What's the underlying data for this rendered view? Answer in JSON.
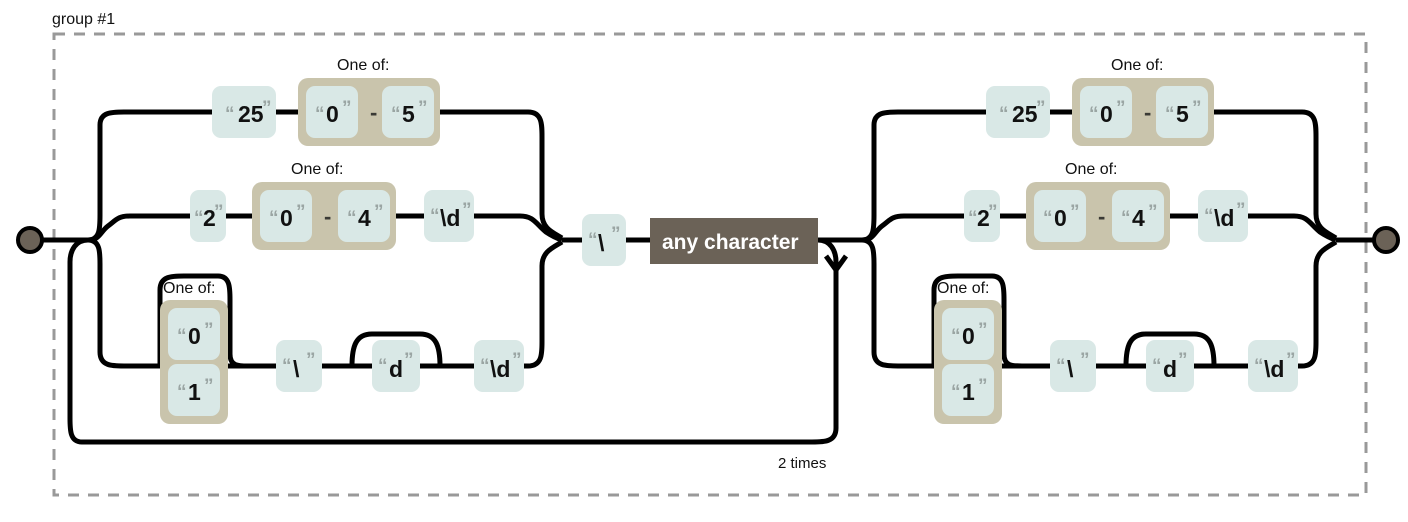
{
  "diagram": {
    "type": "regex-railroad",
    "group_label": "group #1",
    "repeat_label": "2 times",
    "one_of_caption": "One of:",
    "range_separator": "-",
    "any_character_label": "any character",
    "colors": {
      "terminal_box": "#d9e8e6",
      "one_of_container": "#c9c4ac",
      "any_character_box": "#6b6257",
      "rail": "#000000",
      "group_border": "#999999",
      "node": "#6b6257"
    },
    "left_half": {
      "branch_top": {
        "items": [
          {
            "kind": "terminal",
            "label": "25"
          },
          {
            "kind": "one-of-range",
            "from": "0",
            "to": "5"
          }
        ]
      },
      "branch_middle": {
        "items": [
          {
            "kind": "terminal",
            "label": "2"
          },
          {
            "kind": "one-of-range",
            "from": "0",
            "to": "4"
          },
          {
            "kind": "terminal",
            "label": "\\d"
          }
        ]
      },
      "branch_bottom": {
        "items": [
          {
            "kind": "one-of-stack",
            "options": [
              "0",
              "1"
            ],
            "optional": true
          },
          {
            "kind": "terminal",
            "label": "\\"
          },
          {
            "kind": "terminal",
            "label": "d",
            "optional": true
          },
          {
            "kind": "terminal",
            "label": "\\d"
          }
        ]
      },
      "after_merge": [
        {
          "kind": "terminal",
          "label": "\\"
        },
        {
          "kind": "any-character",
          "label": "any character"
        }
      ]
    },
    "right_half": {
      "branch_top": {
        "items": [
          {
            "kind": "terminal",
            "label": "25"
          },
          {
            "kind": "one-of-range",
            "from": "0",
            "to": "5"
          }
        ]
      },
      "branch_middle": {
        "items": [
          {
            "kind": "terminal",
            "label": "2"
          },
          {
            "kind": "one-of-range",
            "from": "0",
            "to": "4"
          },
          {
            "kind": "terminal",
            "label": "\\d"
          }
        ]
      },
      "branch_bottom": {
        "items": [
          {
            "kind": "one-of-stack",
            "options": [
              "0",
              "1"
            ],
            "optional": true
          },
          {
            "kind": "terminal",
            "label": "\\"
          },
          {
            "kind": "terminal",
            "label": "d",
            "optional": true
          },
          {
            "kind": "terminal",
            "label": "\\d"
          }
        ]
      }
    },
    "captions": {
      "c1": "One of:",
      "c2": "One of:",
      "c3": "One of:",
      "c4": "One of:",
      "c5": "One of:",
      "c6": "One of:"
    },
    "quotes": {
      "open": "“",
      "close": "”"
    }
  }
}
